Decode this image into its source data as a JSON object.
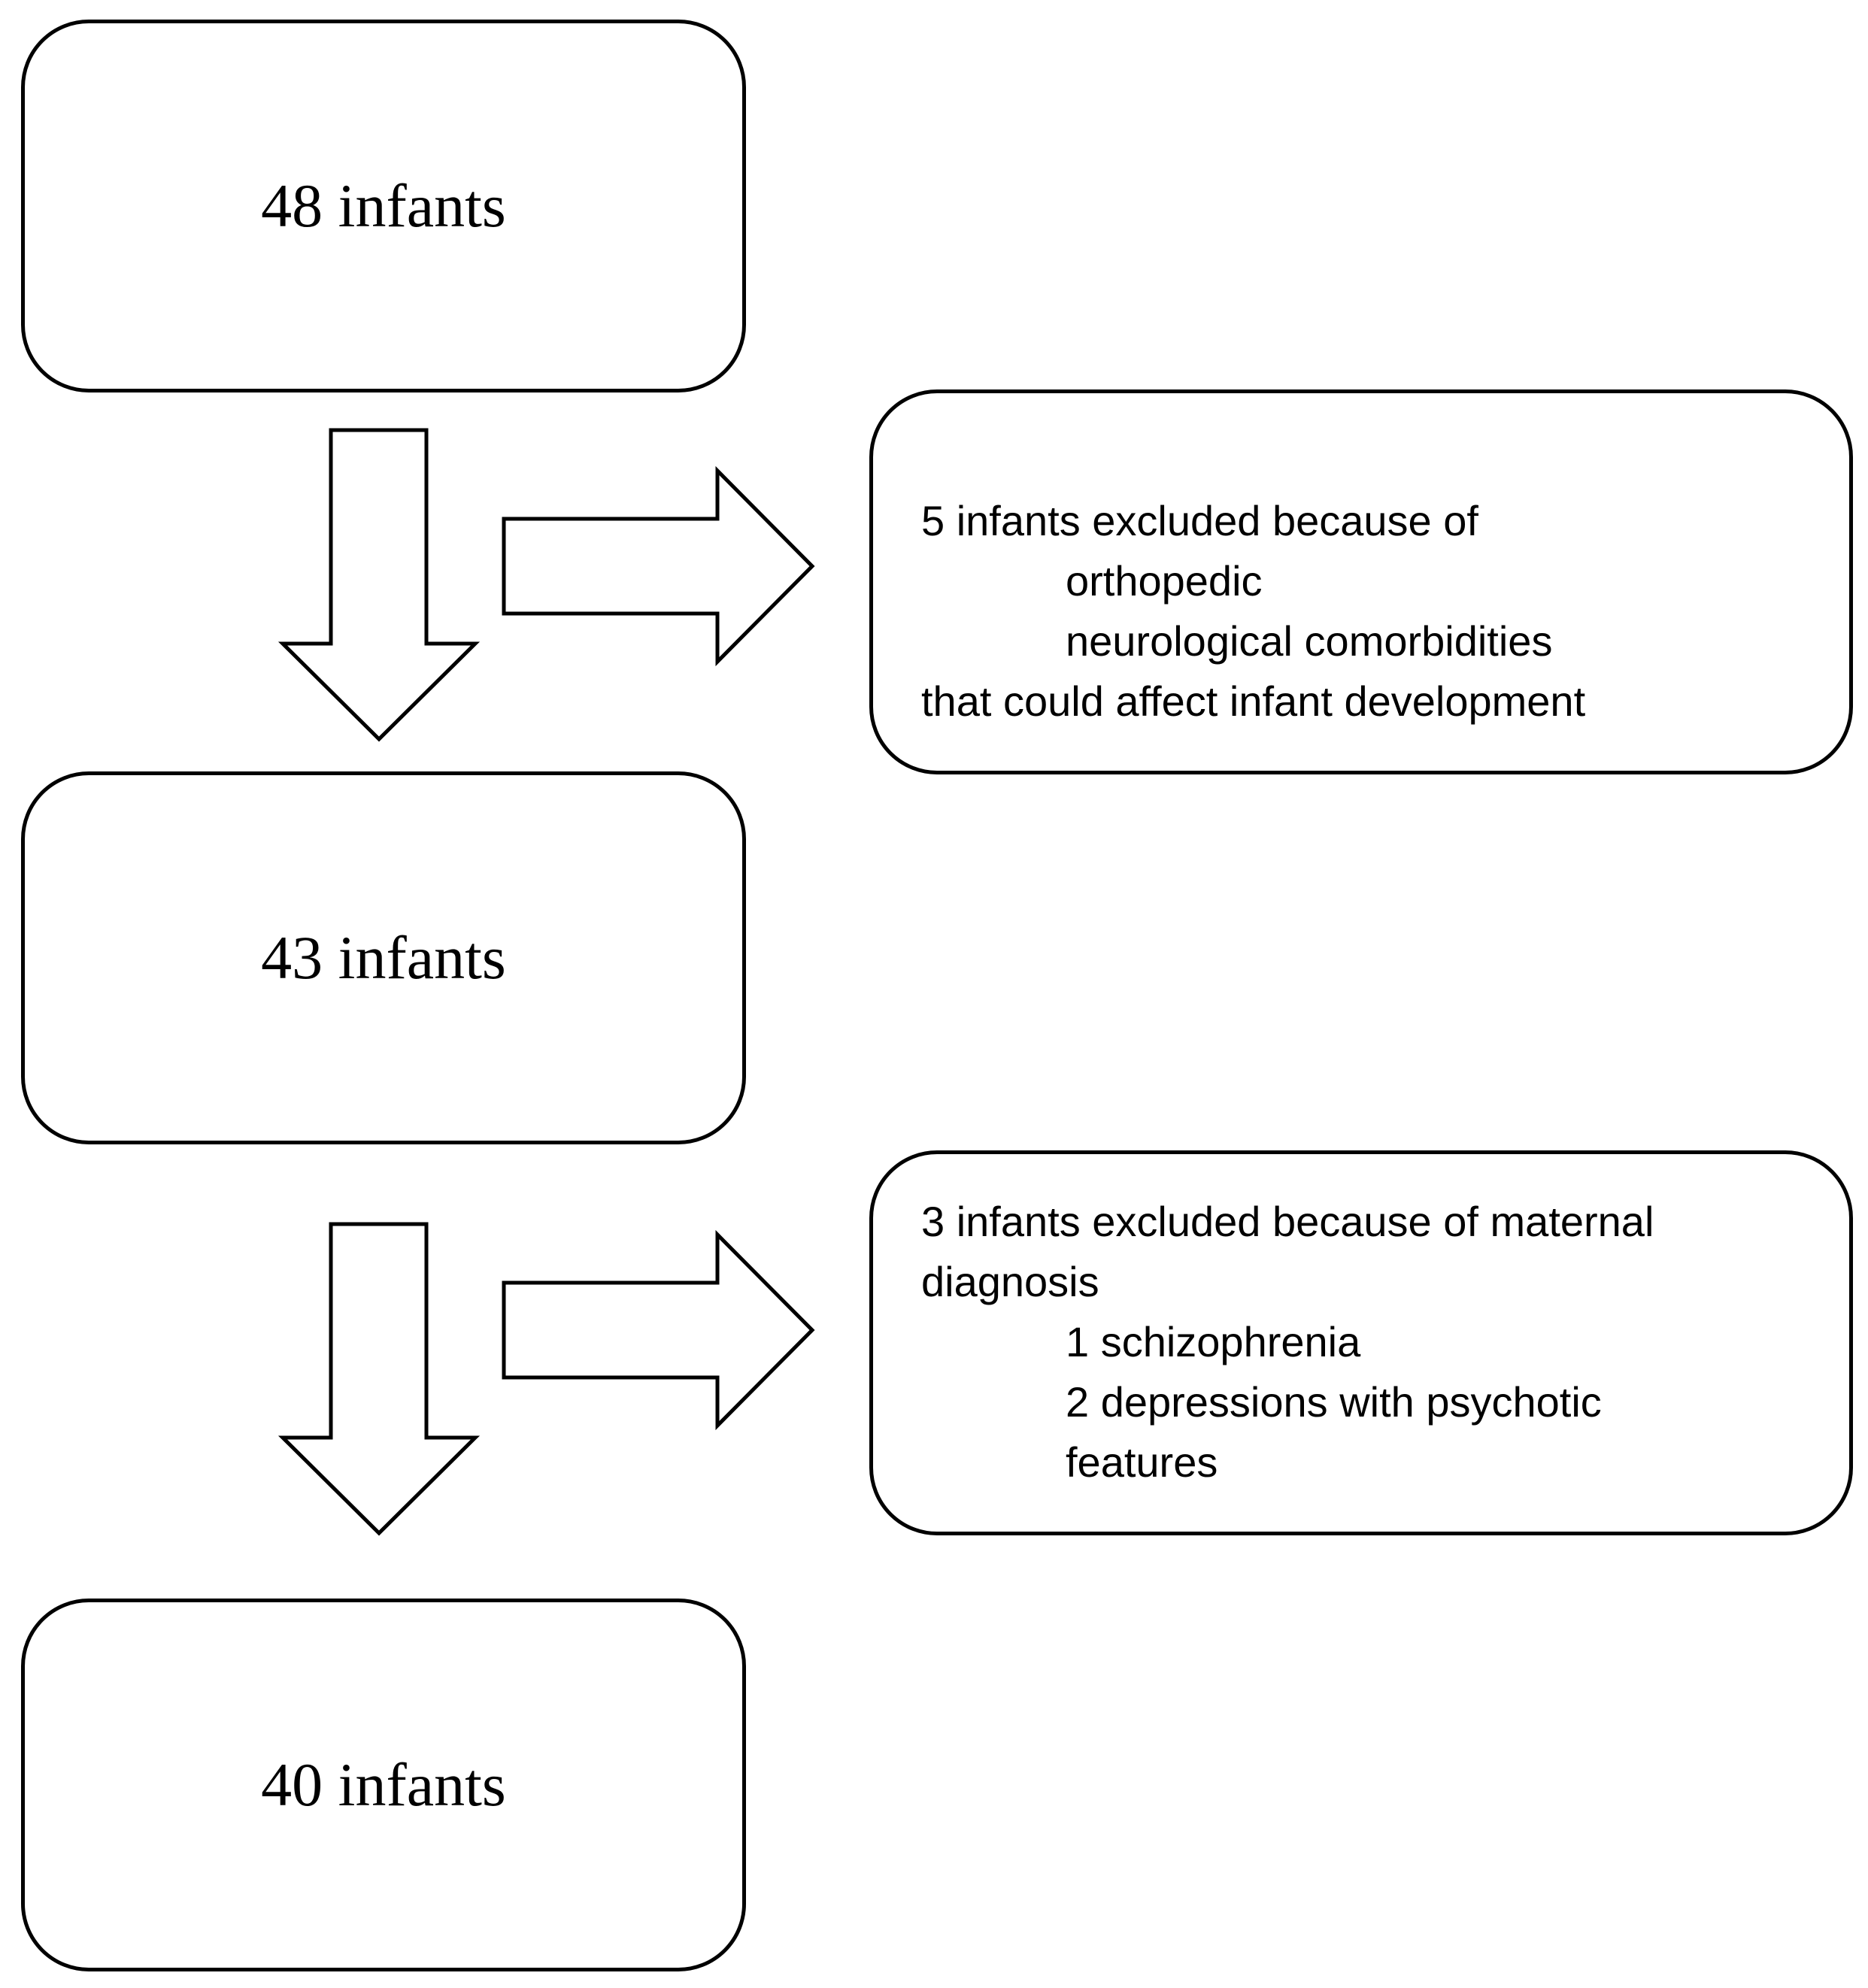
{
  "flow": {
    "boxes": [
      {
        "label": "48 infants"
      },
      {
        "label": "43 infants"
      },
      {
        "label": "40 infants"
      }
    ],
    "exclusions": [
      {
        "lines": [
          "5 infants excluded because of",
          "orthopedic",
          "neurological comorbidities",
          "that could affect infant development"
        ]
      },
      {
        "lines": [
          "3 infants excluded because of maternal",
          "diagnosis",
          "1 schizophrenia",
          "2 depressions with psychotic",
          "features"
        ]
      }
    ]
  }
}
